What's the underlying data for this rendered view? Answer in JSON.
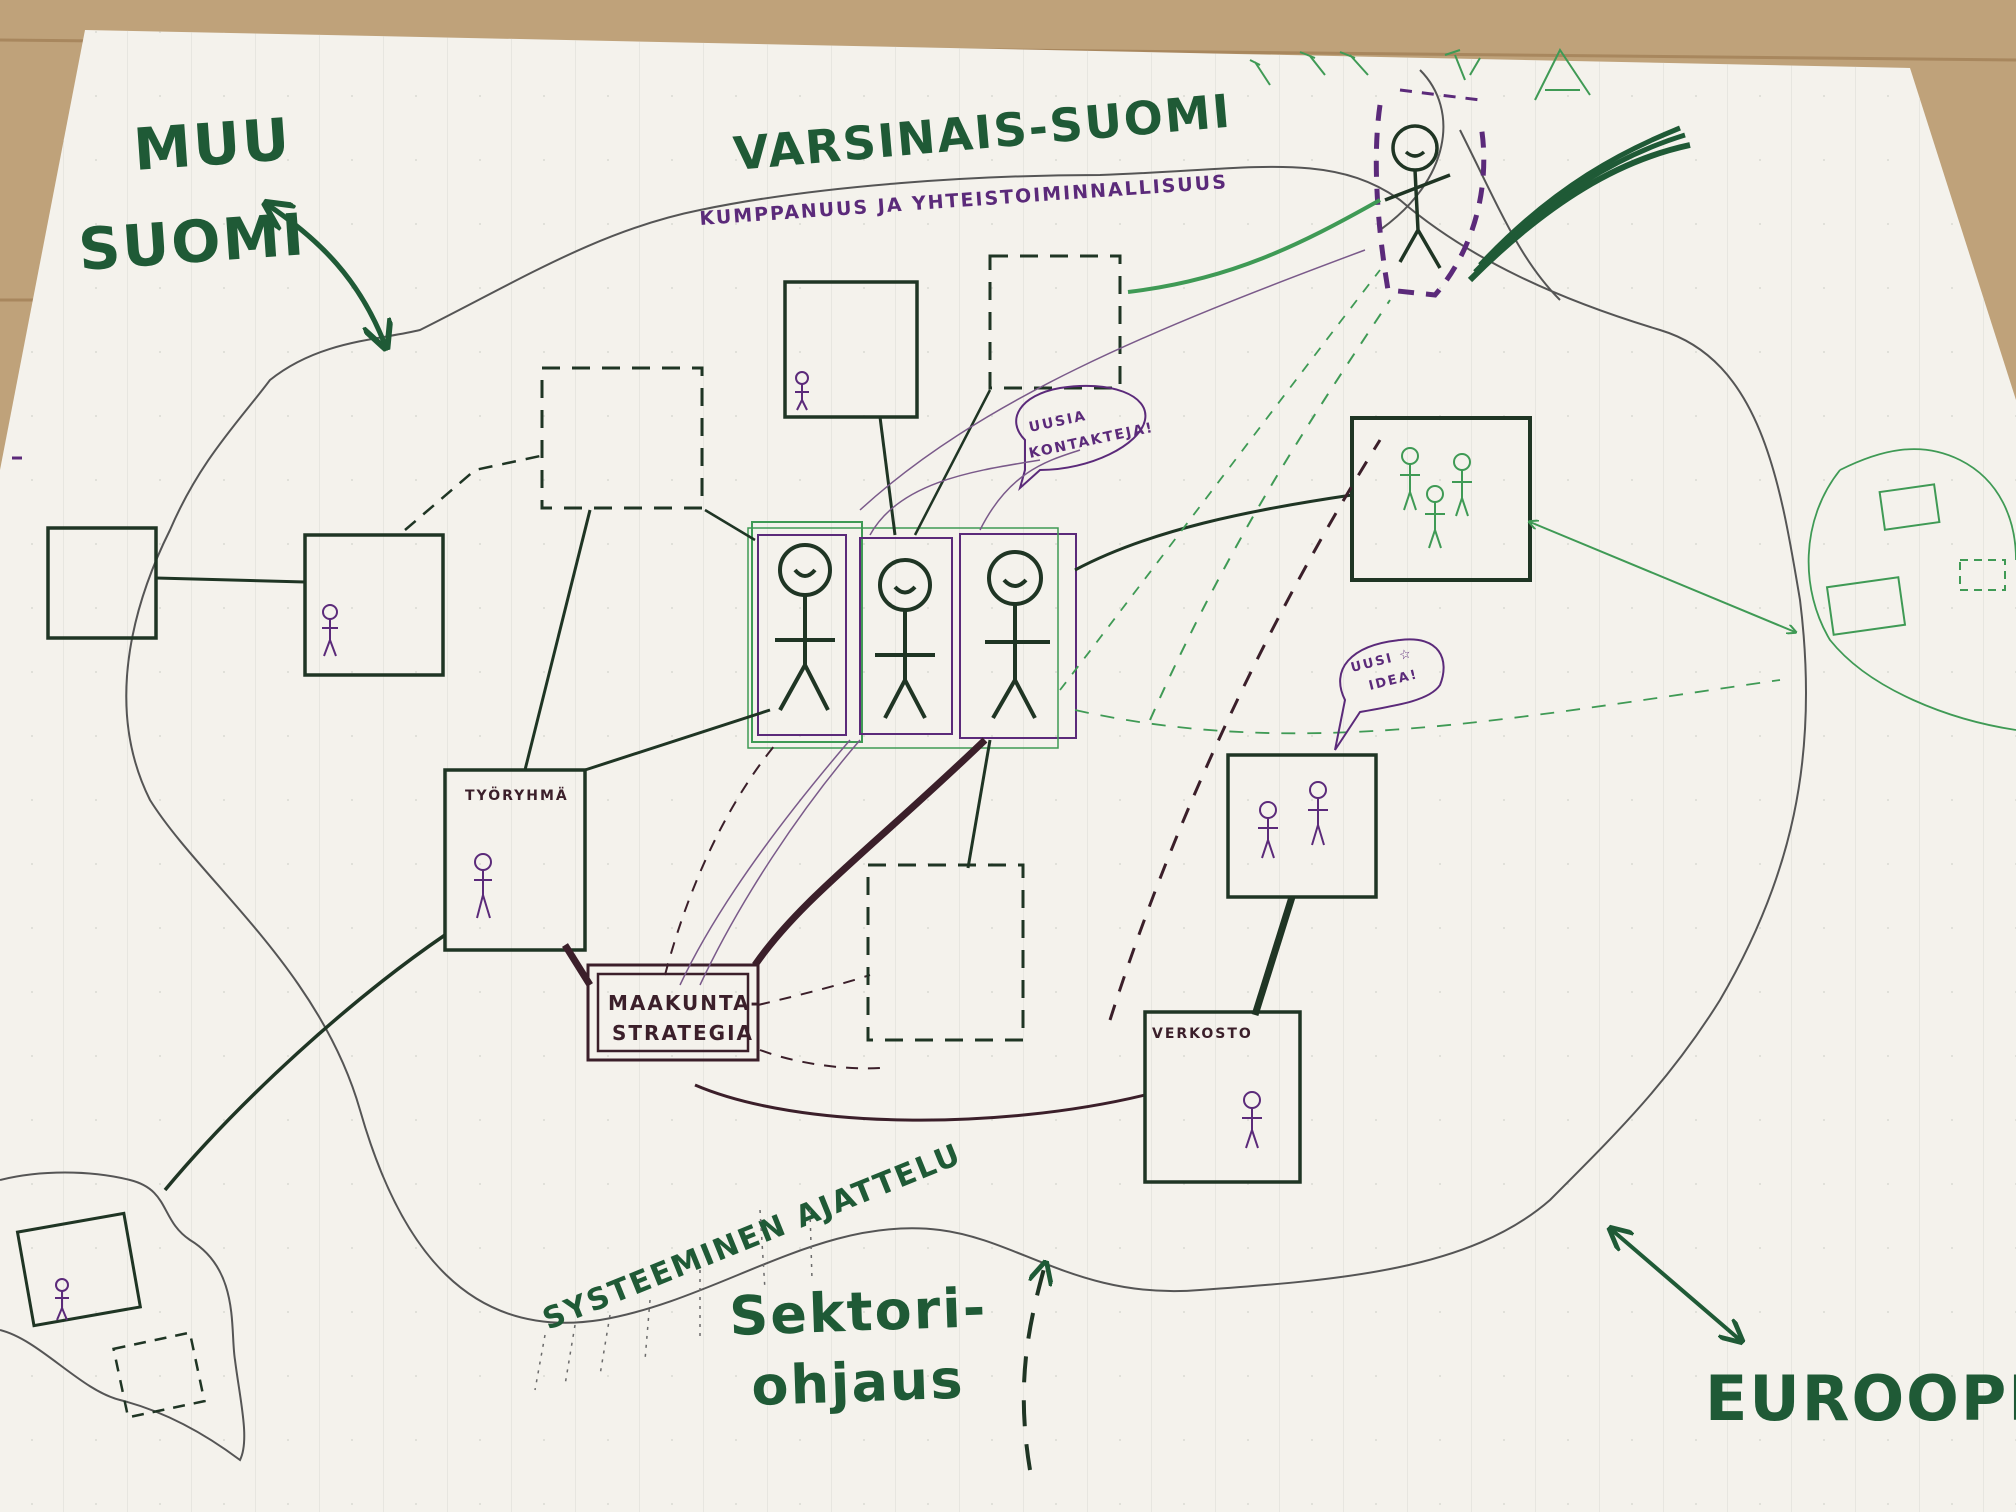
{
  "labels": {
    "muu_line1": "MUU",
    "muu_line2": "SUOMI",
    "region": "VARSINAIS-SUOMI",
    "subtitle": "KUMPPANUUS JA YHTEISTOIMINNALLISUUS",
    "bubble_contacts_1": "UUSIA",
    "bubble_contacts_2": "KONTAKTEJA!",
    "bubble_idea_1": "UUSI ☆",
    "bubble_idea_2": "IDEA!",
    "working_group": "TYÖRYHMÄ",
    "strategy_1": "MAAKUNTA-",
    "strategy_2": "STRATEGIA",
    "network": "VERKOSTO",
    "systemic": "SYSTEEMINEN AJATTELU",
    "sector_1": "Sektori-",
    "sector_2": "ohjaus",
    "europe": "EUROOPPA"
  },
  "colors": {
    "paper": "#f4f2ec",
    "table": "#bfa27a",
    "dark_green": "#1f5a36",
    "light_green": "#3f9a55",
    "purple": "#5b2a7a",
    "maroon": "#3b1f2a",
    "grey_pencil": "#6b6b6b"
  },
  "icons": [
    "stick-figure-icon",
    "speech-bubble-icon",
    "star-icon",
    "double-arrow-icon"
  ]
}
